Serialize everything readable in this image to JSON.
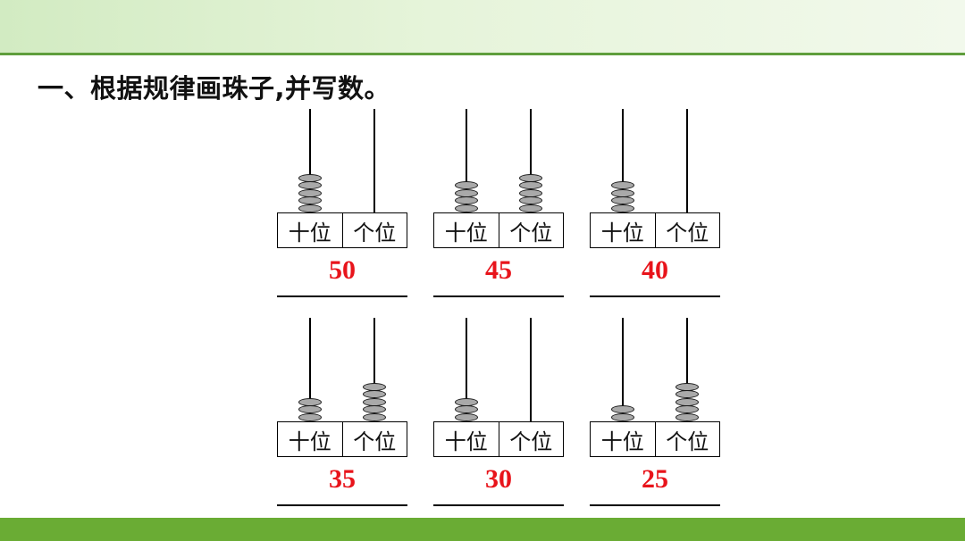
{
  "title": "一、根据规律画珠子,并写数。",
  "place_labels": {
    "tens": "十位",
    "ones": "个位"
  },
  "colors": {
    "answer": "#e8141b",
    "bead": "#a9a9a9",
    "header_band": "#d2ebc2",
    "footer_band": "#6aac34"
  },
  "abaci": [
    {
      "tens_beads": 5,
      "ones_beads": 0,
      "answer": "50"
    },
    {
      "tens_beads": 4,
      "ones_beads": 5,
      "answer": "45"
    },
    {
      "tens_beads": 4,
      "ones_beads": 0,
      "answer": "40"
    },
    {
      "tens_beads": 3,
      "ones_beads": 5,
      "answer": "35"
    },
    {
      "tens_beads": 3,
      "ones_beads": 0,
      "answer": "30"
    },
    {
      "tens_beads": 2,
      "ones_beads": 5,
      "answer": "25"
    }
  ]
}
